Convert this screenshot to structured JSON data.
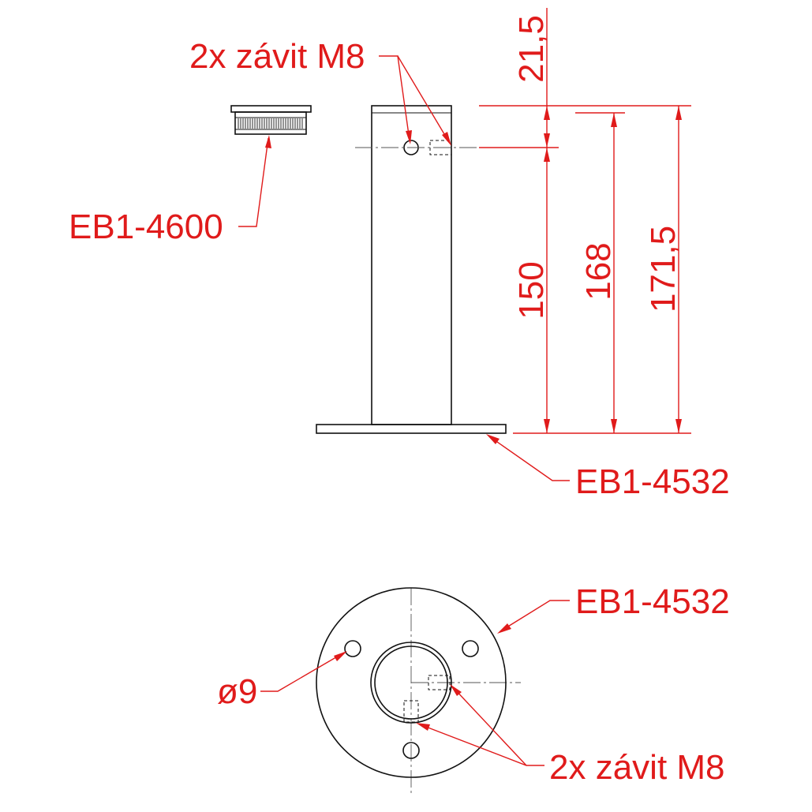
{
  "colors": {
    "annotation": "#e01b1b",
    "geometry": "#111111",
    "background": "#ffffff"
  },
  "labels": {
    "thread_top": "2x závit M8",
    "thread_bottom": "2x závit M8",
    "cap_part": "EB1-4600",
    "base_part_side": "EB1-4532",
    "base_part_top": "EB1-4532",
    "hole_diameter": "ø9"
  },
  "dimensions": {
    "hole_offset": "21,5",
    "tube_length": "150",
    "middle_height": "168",
    "total_height": "171,5"
  }
}
